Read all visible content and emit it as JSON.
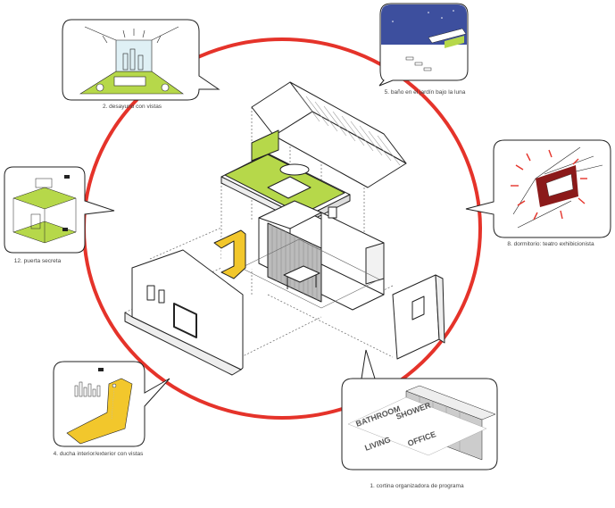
{
  "captions": {
    "breakfast": "2. desayuno con vistas",
    "bath": "5. baño en el jardín bajo la luna",
    "secret_door": "12. puerta secreta",
    "bedroom": "8. dormitorio: teatro exhibicionista",
    "shower": "4. ducha interior/exterior con vistas",
    "curtain": "1. cortina organizadora de programa"
  },
  "curtain_words": {
    "word_1": "BATHROOM",
    "word_2": "SHOWER",
    "word_3": "LIVING",
    "word_4": "OFFICE"
  },
  "colors": {
    "ring": "#e5332a",
    "accent_green": "#b6d84a",
    "accent_yellow": "#f2c72c",
    "theater_red": "#8b1a1a",
    "night_sky": "#3d4f9e",
    "line": "#222222"
  }
}
